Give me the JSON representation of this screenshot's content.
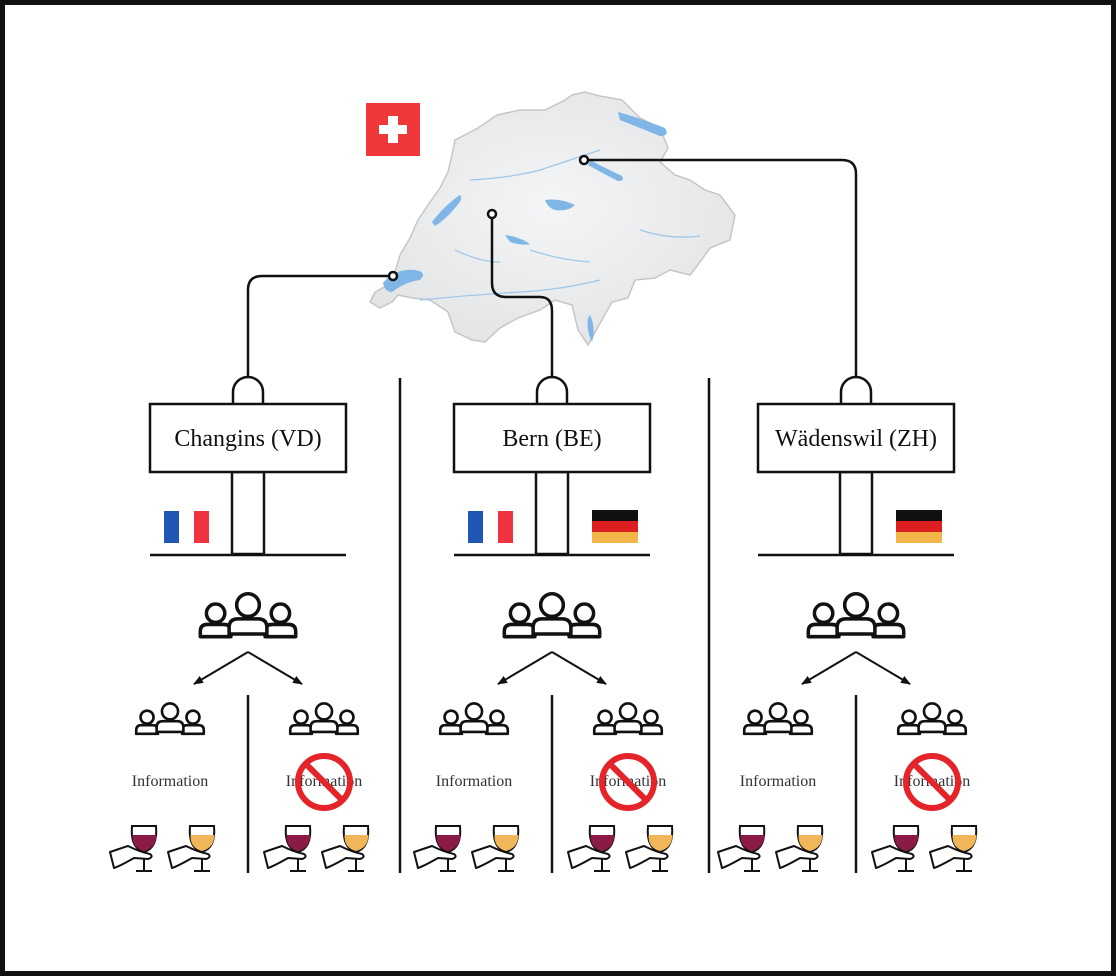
{
  "colors": {
    "frame": "#111111",
    "line": "#111111",
    "swiss_red": "#f0383b",
    "french_blue": "#1f55b5",
    "french_red": "#ef3340",
    "german_black": "#111111",
    "german_red": "#dd1f1f",
    "german_gold": "#f1b54a",
    "prohibit_red": "#e5242a",
    "red_wine": "#8b1a47",
    "white_wine": "#f2b65a",
    "map_fill": "#ecedee",
    "map_edge": "#c4c6c9",
    "lake": "#7fb6e6"
  },
  "icons": {
    "swiss_flag": "swiss-flag-icon",
    "french_flag": "french-flag-icon",
    "german_flag": "german-flag-icon",
    "group": "people-group-icon",
    "no_sign": "prohibition-icon",
    "wine": "hand-holding-wine-glass-icon"
  },
  "sites": [
    {
      "name": "Changins (VD)",
      "flags": [
        "french-flag-icon"
      ],
      "panels": [
        {
          "label": "Information",
          "crossed": false,
          "wines": [
            "red",
            "white"
          ]
        },
        {
          "label": "Information",
          "crossed": true,
          "wines": [
            "red",
            "white"
          ]
        }
      ]
    },
    {
      "name": "Bern (BE)",
      "flags": [
        "french-flag-icon",
        "german-flag-icon"
      ],
      "panels": [
        {
          "label": "Information",
          "crossed": false,
          "wines": [
            "red",
            "white"
          ]
        },
        {
          "label": "Information",
          "crossed": true,
          "wines": [
            "red",
            "white"
          ]
        }
      ]
    },
    {
      "name": "Wädenswil (ZH)",
      "flags": [
        "german-flag-icon"
      ],
      "panels": [
        {
          "label": "Information",
          "crossed": false,
          "wines": [
            "red",
            "white"
          ]
        },
        {
          "label": "Information",
          "crossed": true,
          "wines": [
            "red",
            "white"
          ]
        }
      ]
    }
  ]
}
